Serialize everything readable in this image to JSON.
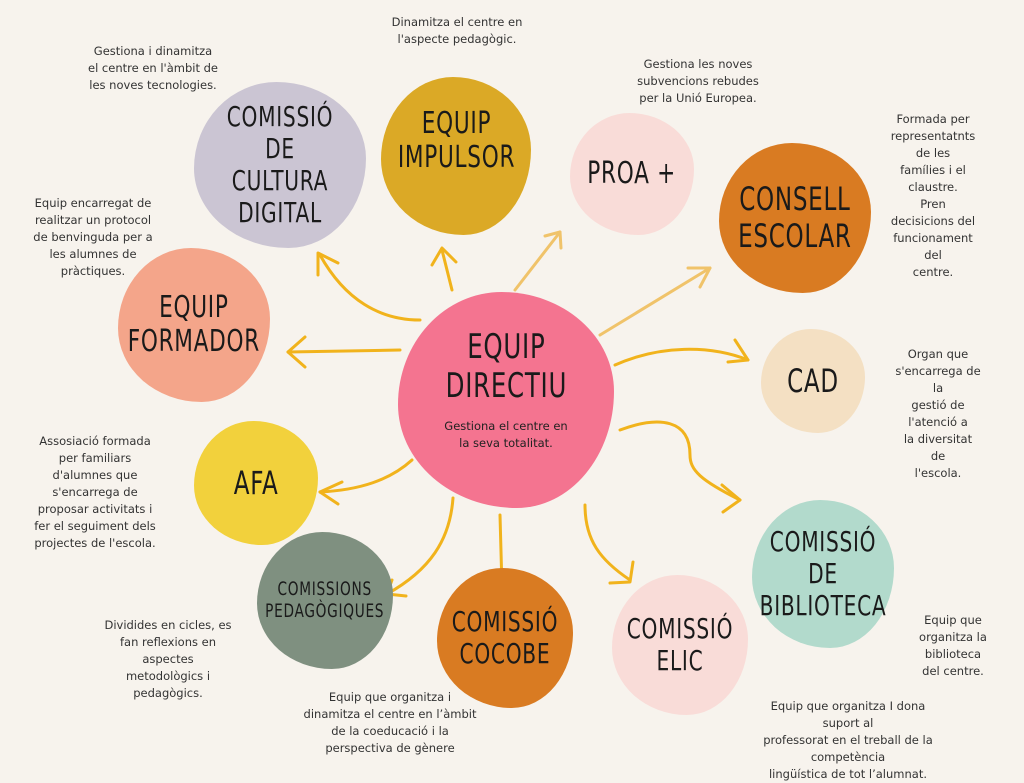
{
  "accent_arrow_color": "#f1b31c",
  "nodes": {
    "directiu": {
      "title": "EQUIP\nDIRECTIU",
      "desc": "Gestiona el centre en\nla seva totalitat.",
      "color": "#f47490"
    },
    "cultura": {
      "title": "COMISSIÓ\nDE CULTURA\nDIGITAL",
      "desc": "Gestiona i dinamitza\nel centre en l'àmbit de\nles noves tecnologies.",
      "color": "#cbc5d3"
    },
    "impulsor": {
      "title": "EQUIP\nIMPULSOR",
      "desc": "Dinamitza el centre en\nl'aspecte pedagògic.",
      "color": "#dba926"
    },
    "proa": {
      "title": "PROA +",
      "desc": "Gestiona les noves\nsubvencions rebudes\nper la Unió Europea.",
      "color": "#f9dcd8"
    },
    "consell": {
      "title": "CONSELL\nESCOLAR",
      "desc": "Formada per\nrepresentatnts de les\nfamílies i el claustre.\nPren decisicions del\nfuncionament del\ncentre.",
      "color": "#d97b22"
    },
    "formador": {
      "title": "EQUIP\nFORMADOR",
      "desc": "Equip encarregat de\nrealitzar un protocol\nde benvinguda per a\nles alumnes de\npràctiques.",
      "color": "#f4a58a"
    },
    "cad": {
      "title": "CAD",
      "desc": "Organ que\ns'encarrega de la\ngestió de l'atenció a\nla diversitat de\nl'escola.",
      "color": "#f4e0c3"
    },
    "afa": {
      "title": "AFA",
      "desc": "Assosiació formada\nper familiars\nd'alumnes que\ns'encarrega de\nproposar activitats i\nfer el seguiment dels\nprojectes de l'escola.",
      "color": "#f2d13c"
    },
    "pedagogiques": {
      "title": "COMISSIONS\nPEDAGÒGIQUES",
      "desc": "Dividides en cicles, es\nfan reflexions en\naspectes\nmetodològics i\npedagògics.",
      "color": "#7f9080"
    },
    "cocobe": {
      "title": "COMISSIÓ\nCOCOBE",
      "desc": "Equip que organitza i\ndinamitza el centre en l’àmbit\nde la coeducació i la\nperspectiva de gènere",
      "color": "#d97b22"
    },
    "elic": {
      "title": "COMISSIÓ\nELIC",
      "desc": "Equip que organitza I dona suport al\nprofessorat en el treball de la competència\nlingüística de tot l’alumnat.",
      "color": "#f9dcd8"
    },
    "biblioteca": {
      "title": "COMISSIÓ\nDE\nBIBLIOTECA",
      "desc": "Equip que organitza la\nbiblioteca del centre.",
      "color": "#b2dacc"
    }
  }
}
